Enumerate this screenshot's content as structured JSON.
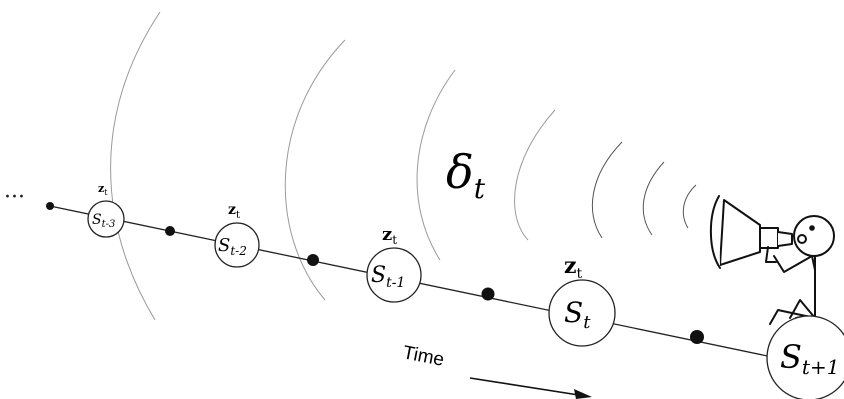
{
  "diagram": {
    "leading_dots": "···",
    "signal_label": {
      "base": "δ",
      "sub": "t"
    },
    "time_label": "Time",
    "nodes": [
      {
        "label": "S",
        "sub": "t-3",
        "z": "z",
        "z_sub": "t"
      },
      {
        "label": "S",
        "sub": "t-2",
        "z": "z",
        "z_sub": "t"
      },
      {
        "label": "S",
        "sub": "t-1",
        "z": "z",
        "z_sub": "t"
      },
      {
        "label": "S",
        "sub": "t",
        "z": "z",
        "z_sub": "t"
      },
      {
        "label": "S",
        "sub": "t+1"
      }
    ],
    "colors": {
      "stroke": "#222222",
      "wave": "#9a9a9a",
      "wave_dark": "#555555"
    },
    "icons": [
      "megaphone-icon",
      "stick-figure-icon"
    ]
  }
}
